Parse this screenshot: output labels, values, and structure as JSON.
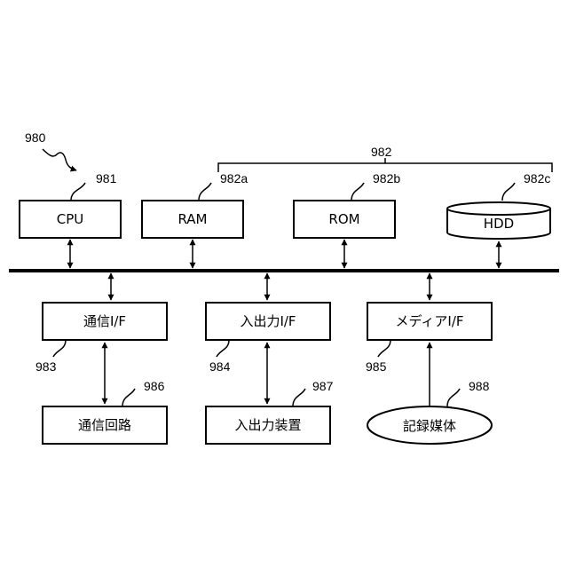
{
  "diagram": {
    "system_ref": "980",
    "memory_group_ref": "982",
    "components": {
      "cpu": {
        "label": "CPU",
        "ref": "981"
      },
      "ram": {
        "label": "RAM",
        "ref": "982a"
      },
      "rom": {
        "label": "ROM",
        "ref": "982b"
      },
      "hdd": {
        "label": "HDD",
        "ref": "982c"
      },
      "comm_if": {
        "label": "通信I/F",
        "ref": "983"
      },
      "io_if": {
        "label": "入出力I/F",
        "ref": "984"
      },
      "media_if": {
        "label": "メディアI/F",
        "ref": "985"
      },
      "comm_circuit": {
        "label": "通信回路",
        "ref": "986"
      },
      "io_device": {
        "label": "入出力装置",
        "ref": "987"
      },
      "recording_medium": {
        "label": "記録媒体",
        "ref": "988"
      }
    },
    "colors": {
      "line": "#000000",
      "fill": "#ffffff"
    }
  }
}
